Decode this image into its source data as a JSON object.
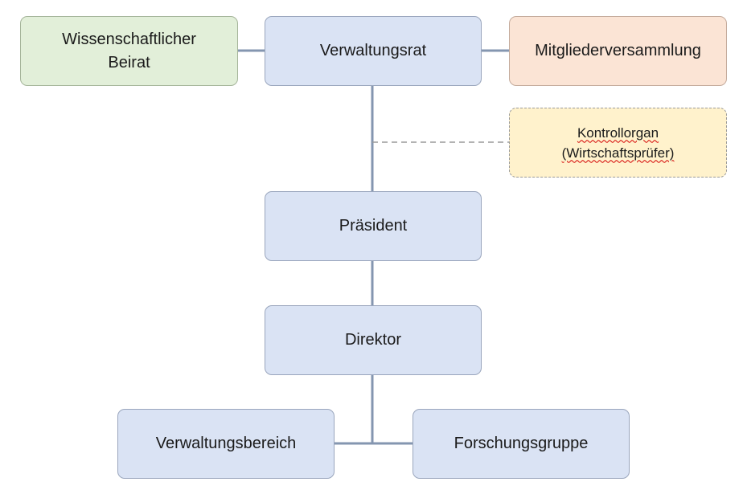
{
  "nodes": {
    "beirat": {
      "label": "Wissenschaftlicher\nBeirat"
    },
    "verwaltungsrat": {
      "label": "Verwaltungsrat"
    },
    "mitglieder": {
      "label": "Mitgliederversammlung"
    },
    "kontrollorgan": {
      "line1": "Kontrollorgan",
      "line2": "(Wirtschaftsprüfer)"
    },
    "praesident": {
      "label": "Präsident"
    },
    "direktor": {
      "label": "Direktor"
    },
    "verwaltungsbereich": {
      "label": "Verwaltungsbereich"
    },
    "forschungsgruppe": {
      "label": "Forschungsgruppe"
    }
  },
  "colors": {
    "blue_fill": "#dae3f4",
    "green_fill": "#e2efd9",
    "orange_fill": "#fbe4d5",
    "yellow_fill": "#fff2cc",
    "connector": "#8496b0",
    "dashed_connector": "#9a9a9a"
  }
}
